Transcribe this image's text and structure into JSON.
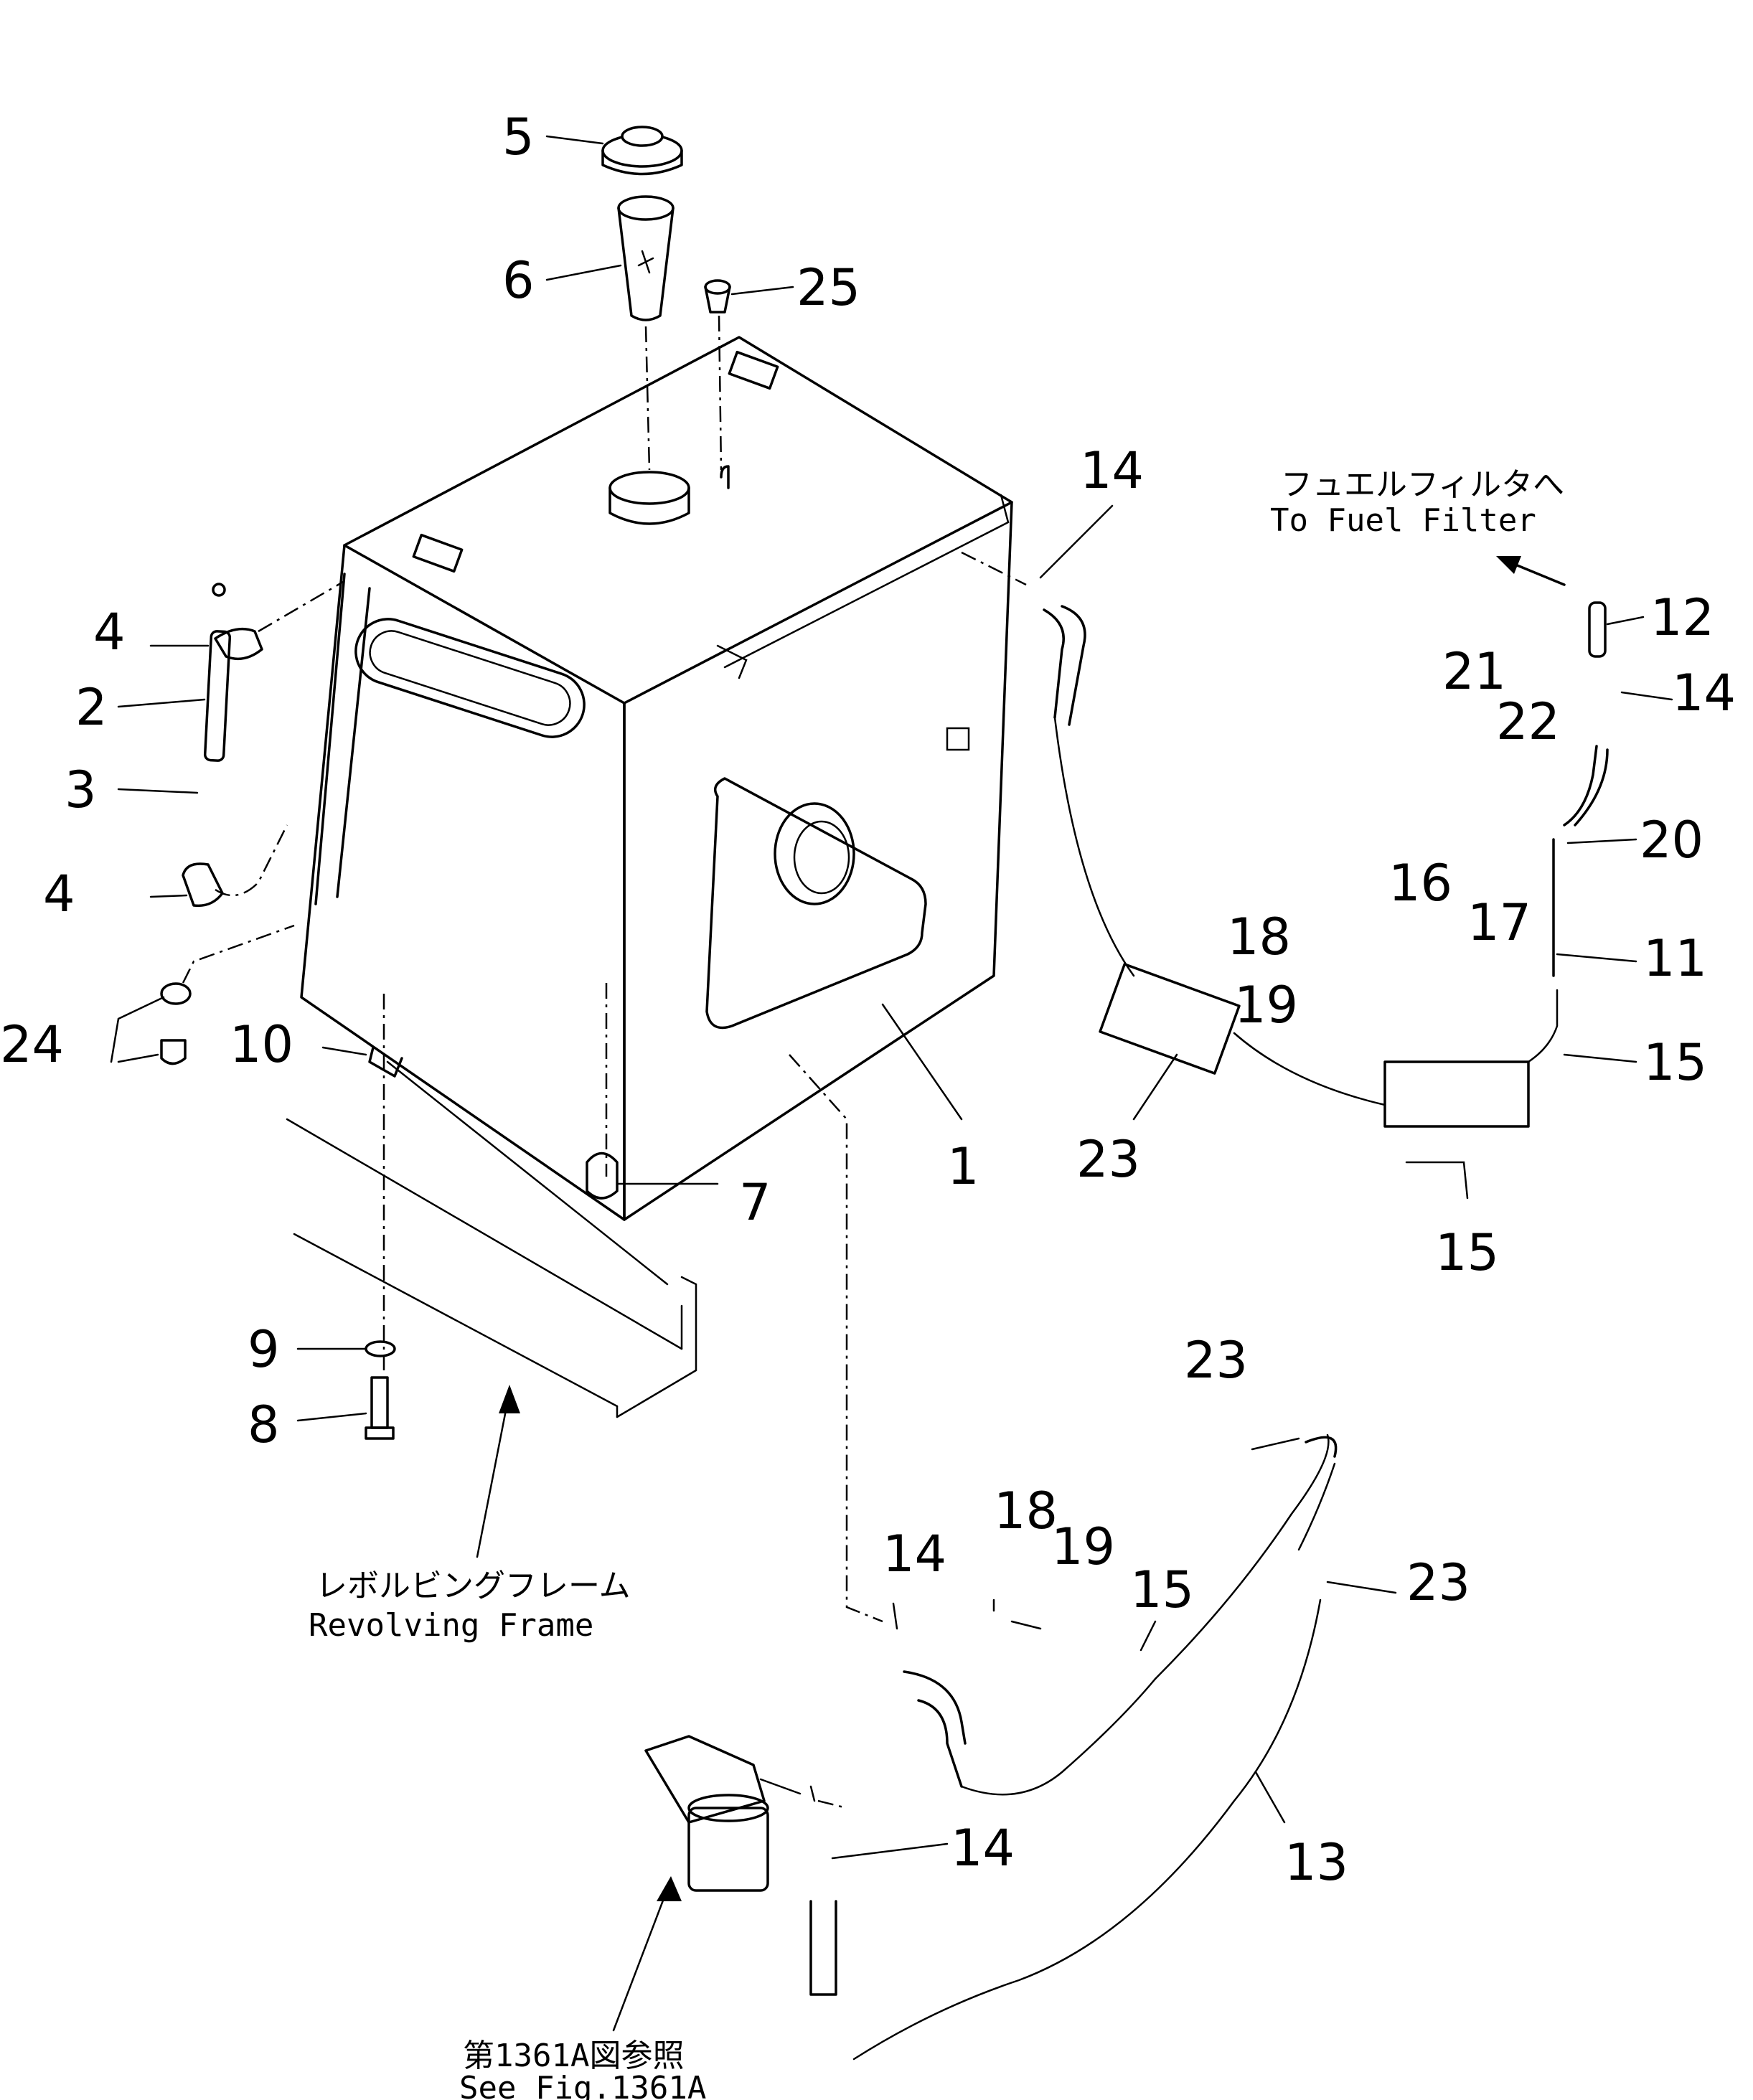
{
  "callouts": {
    "n1": "1",
    "n2": "2",
    "n3": "3",
    "n4a": "4",
    "n4b": "4",
    "n5": "5",
    "n6": "6",
    "n7": "7",
    "n8": "8",
    "n9": "9",
    "n10": "10",
    "n11": "11",
    "n12": "12",
    "n13": "13",
    "n14a": "14",
    "n14b": "14",
    "n14c": "14",
    "n14d": "14",
    "n15a": "15",
    "n15b": "15",
    "n15c": "15",
    "n16": "16",
    "n17": "17",
    "n18a": "18",
    "n18b": "18",
    "n19a": "19",
    "n19b": "19",
    "n20": "20",
    "n21": "21",
    "n22": "22",
    "n23a": "23",
    "n23b": "23",
    "n23c": "23",
    "n24": "24",
    "n25": "25"
  },
  "notes": {
    "fuel_filter_jp": "フュエルフィルタへ",
    "fuel_filter_en": "To Fuel Filter",
    "revolving_frame_jp": "レボルビングフレーム",
    "revolving_frame_en": "Revolving Frame",
    "see_fig_jp": "第1361A図参照",
    "see_fig_en": "See Fig.1361A"
  }
}
